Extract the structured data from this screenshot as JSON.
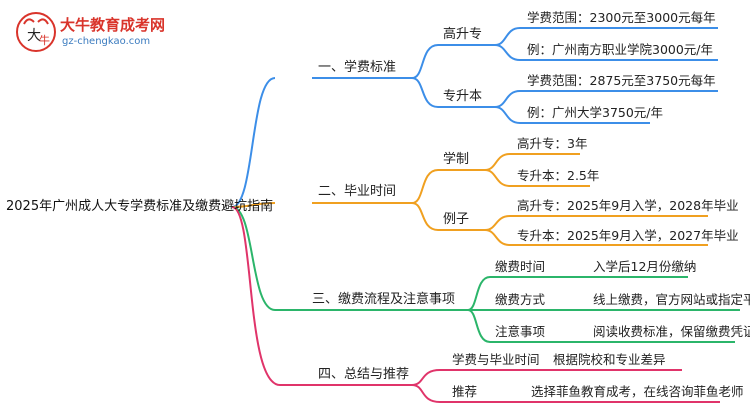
{
  "logo": {
    "name": "大牛教育成考网",
    "url": "gz-chengkao.com"
  },
  "root": {
    "label": "2025年广州成人大专学费标准及缴费避坑指南"
  },
  "branches": [
    {
      "label": "一、学费标准",
      "color": "#3c8ee8",
      "children": [
        {
          "label": "高升专",
          "children": [
            "学费范围：2300元至3000元每年",
            "例：广州南方职业学院3000元/年"
          ]
        },
        {
          "label": "专升本",
          "children": [
            "学费范围：2875元至3750元每年",
            "例：广州大学3750元/年"
          ]
        }
      ]
    },
    {
      "label": "二、毕业时间",
      "color": "#f0a020",
      "children": [
        {
          "label": "学制",
          "children": [
            "高升专：3年",
            "专升本：2.5年"
          ]
        },
        {
          "label": "例子",
          "children": [
            "高升专：2025年9月入学，2028年毕业",
            "专升本：2025年9月入学，2027年毕业"
          ]
        }
      ]
    },
    {
      "label": "三、缴费流程及注意事项",
      "color": "#2bb56a",
      "children": [
        {
          "label": "缴费时间",
          "detail": "入学后12月份缴纳"
        },
        {
          "label": "缴费方式",
          "detail": "线上缴费，官方网站或指定平台"
        },
        {
          "label": "注意事项",
          "detail": "阅读收费标准，保留缴费凭证"
        }
      ]
    },
    {
      "label": "四、总结与推荐",
      "color": "#e0346a",
      "children": [
        {
          "label": "学费与毕业时间",
          "detail": "根据院校和专业差异"
        },
        {
          "label": "推荐",
          "detail": "选择菲鱼教育成考，在线咨询菲鱼老师"
        }
      ]
    }
  ]
}
